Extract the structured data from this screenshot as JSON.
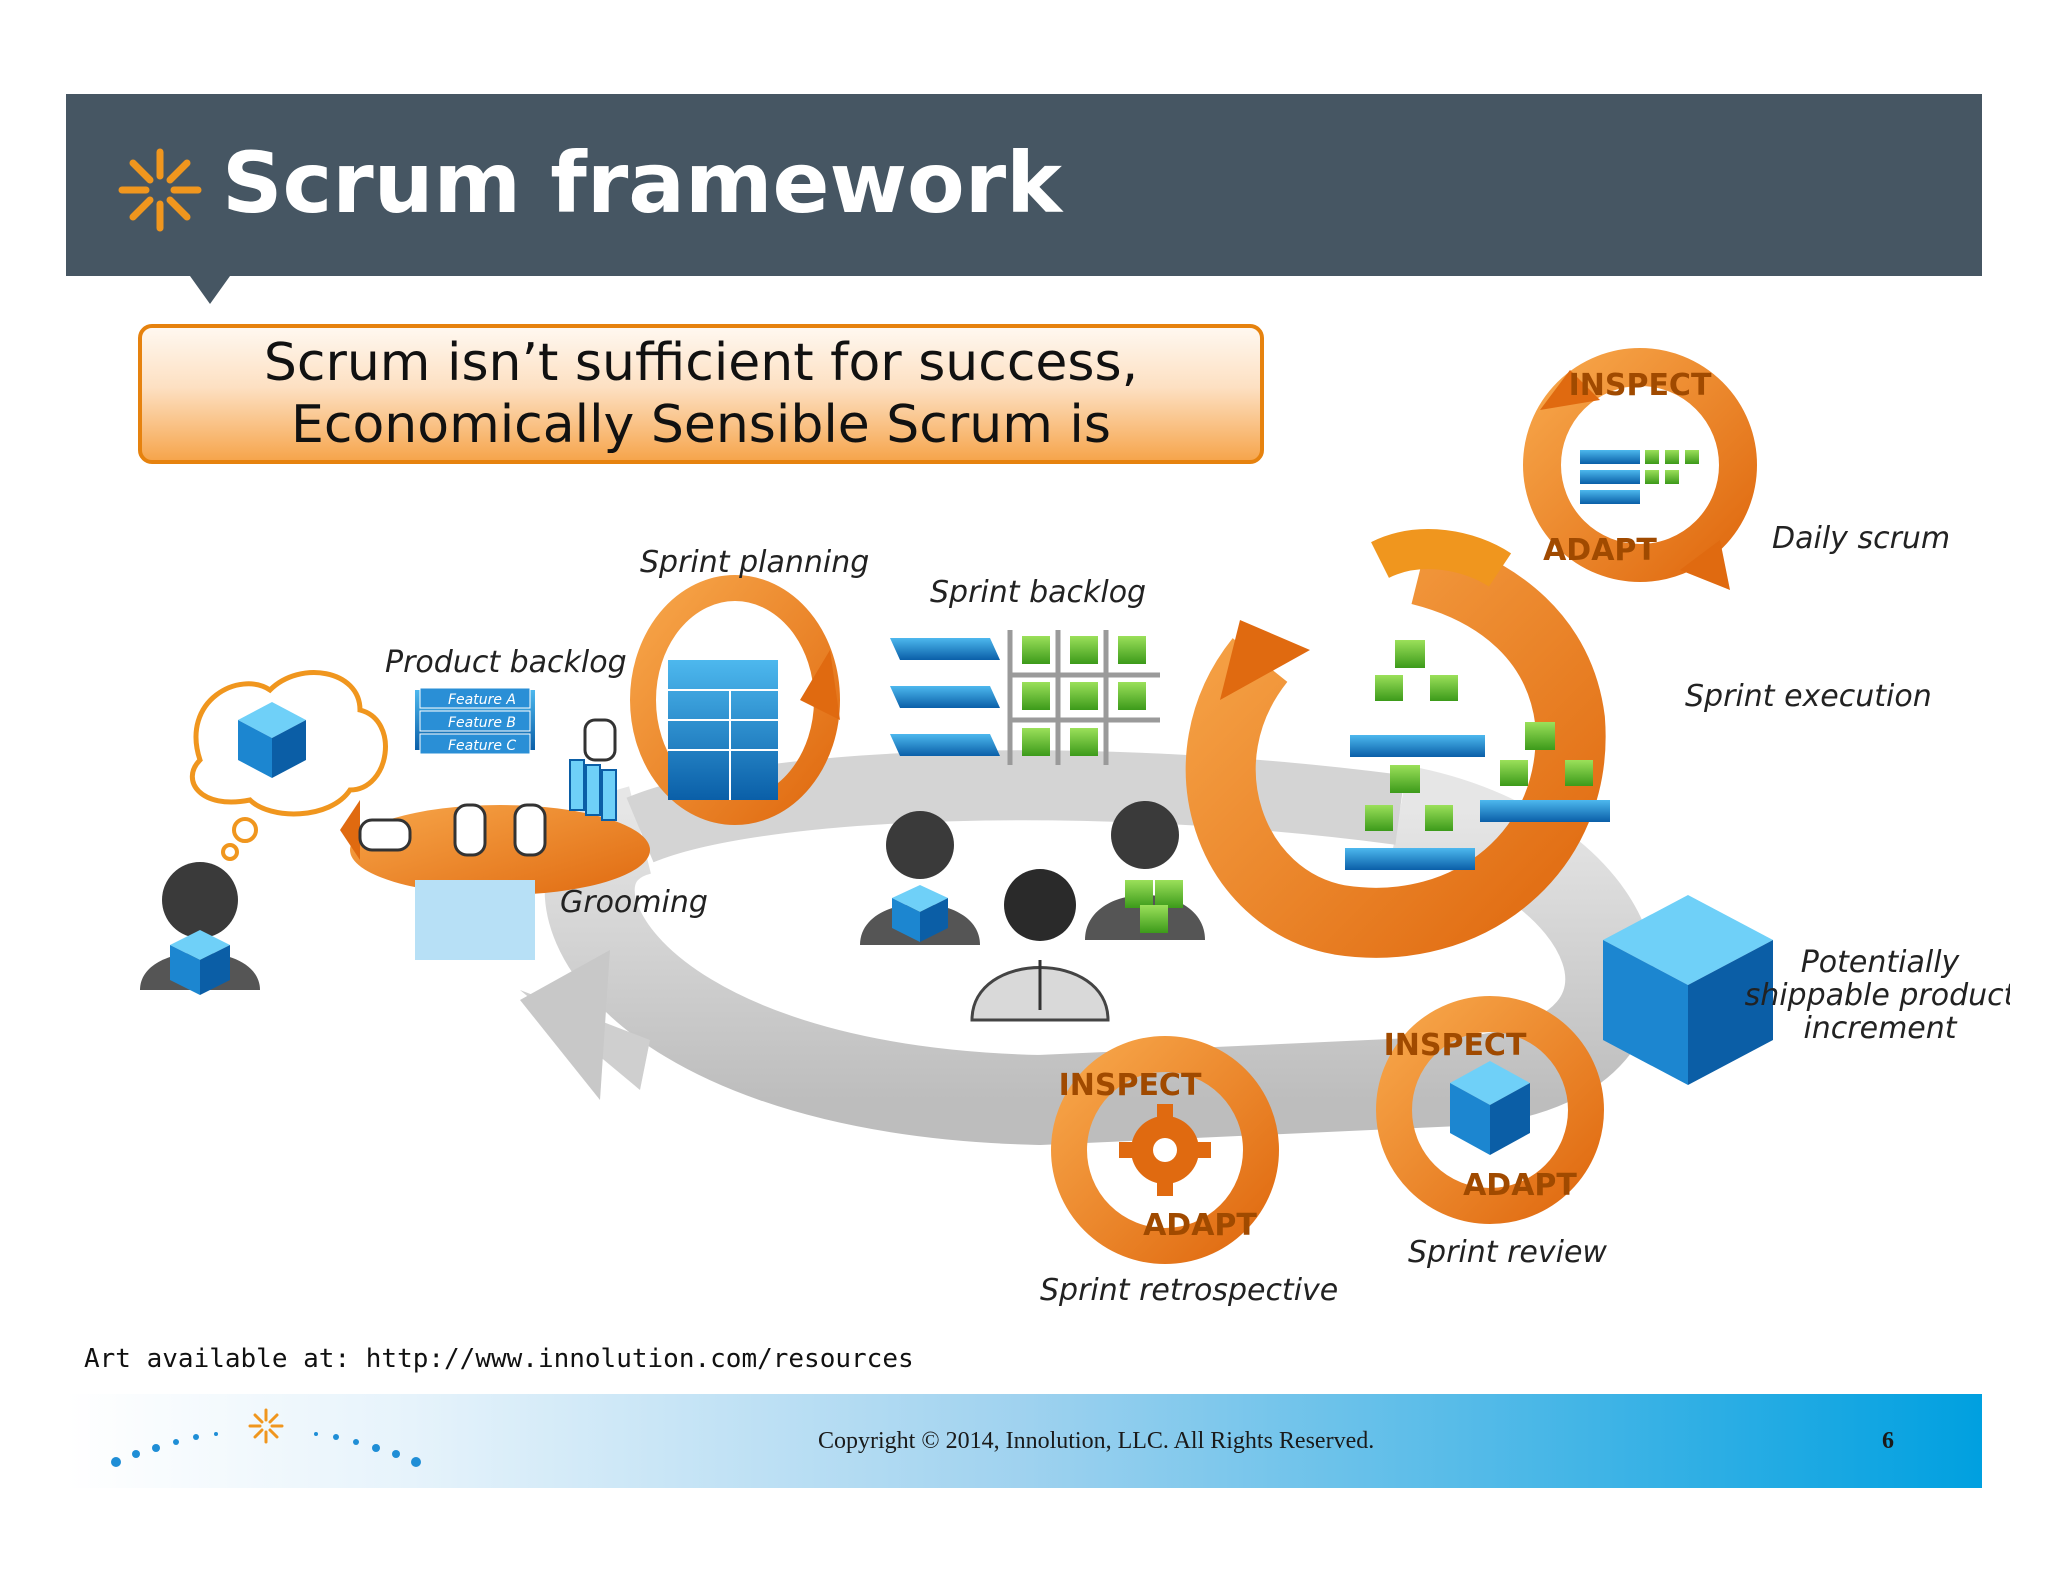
{
  "slide": {
    "title": "Scrum framework",
    "callout": {
      "line1": "Scrum isn’t sufficient for success,",
      "line2": "Economically Sensible Scrum is"
    },
    "art_note": "Art available at: http://www.innolution.com/resources",
    "footer": {
      "copyright": "Copyright © 2014, Innolution, LLC. All Rights Reserved.",
      "page_number": "6"
    },
    "colors": {
      "header": "#465663",
      "accent_orange": "#f0821e",
      "callout_border": "#e6820e",
      "footer_blue": "#00a0e0"
    }
  },
  "diagram": {
    "labels": {
      "sprint_planning": "Sprint planning",
      "sprint_backlog": "Sprint backlog",
      "product_backlog": "Product backlog",
      "grooming": "Grooming",
      "daily_scrum": "Daily scrum",
      "sprint_execution": "Sprint execution",
      "potentially_1": "Potentially",
      "potentially_2": "shippable product",
      "potentially_3": "increment",
      "sprint_review": "Sprint review",
      "sprint_retrospective": "Sprint retrospective"
    },
    "feature_items": [
      "Feature A",
      "Feature B",
      "Feature C"
    ],
    "ring_words": {
      "inspect": "INSPECT",
      "adapt": "ADAPT"
    },
    "icons": [
      "sun-logo-icon",
      "thought-bubble-icon",
      "person-icon",
      "cube-icon",
      "hand-icon",
      "gear-icon",
      "cycle-arrow-icon"
    ]
  }
}
